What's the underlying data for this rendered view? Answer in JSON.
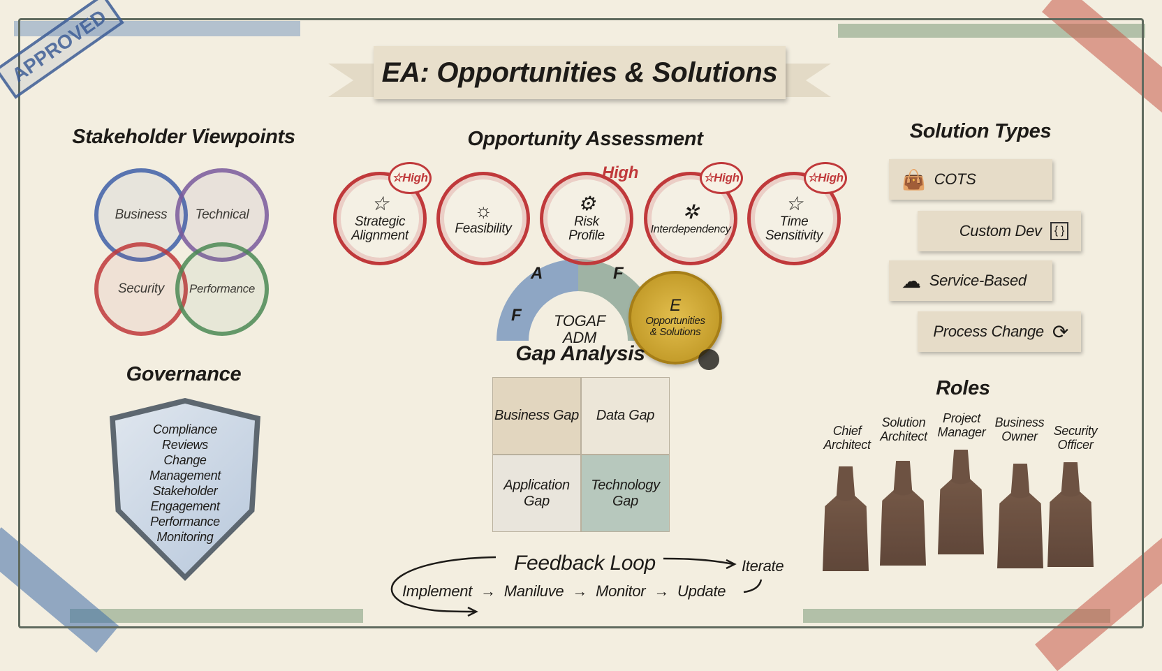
{
  "title": "EA: Opportunities & Solutions",
  "stamp": "APPROVED",
  "stakeholder": {
    "title": "Stakeholder Viewpoints",
    "items": [
      "Business",
      "Technical",
      "Security",
      "Performance"
    ],
    "colors": [
      "#3f5fa8",
      "#7a5a9c",
      "#c0393b",
      "#4c8a55"
    ]
  },
  "governance": {
    "title": "Governance",
    "lines": [
      "Compliance",
      "Reviews",
      "Change",
      "Management",
      "Stakeholder",
      "Engagement",
      "Performance",
      "Monitoring"
    ]
  },
  "assessment": {
    "title": "Opportunity Assessment",
    "items": [
      {
        "label": "Strategic Alignment",
        "icon": "star-icon",
        "badge": "☆High"
      },
      {
        "label": "Feasibility",
        "icon": "lightbulb-icon",
        "badge": ""
      },
      {
        "label": "Risk Profile",
        "icon": "gear-icon",
        "badge": "High"
      },
      {
        "label": "Interdependency",
        "icon": "puzzle-icon",
        "badge": "☆High"
      },
      {
        "label": "Time Sensitivity",
        "icon": "star-icon",
        "badge": "☆High"
      }
    ]
  },
  "adm": {
    "label1": "TOGAF",
    "label2": "ADM",
    "phases": [
      "A",
      "F",
      "F"
    ],
    "seal_letter": "E",
    "seal_text": "Opportunities & Solutions"
  },
  "gap": {
    "title": "Gap Analysis",
    "pieces": [
      "Business Gap",
      "Data Gap",
      "Application Gap",
      "Technology Gap"
    ]
  },
  "feedback": {
    "title": "Feedback Loop",
    "steps": [
      "Implement",
      "Maniluve",
      "Monitor",
      "Update",
      "Iterate"
    ]
  },
  "solutions": {
    "title": "Solution Types",
    "items": [
      {
        "label": "COTS",
        "icon": "shopping-bag-icon"
      },
      {
        "label": "Custom Dev",
        "icon": "code-window-icon"
      },
      {
        "label": "Service-Based",
        "icon": "cloud-icon"
      },
      {
        "label": "Process Change",
        "icon": "cycle-arrows-icon"
      }
    ]
  },
  "roles": {
    "title": "Roles",
    "items": [
      "Chief Architect",
      "Solution Architect",
      "Project Manager",
      "Business Owner",
      "Security Officer"
    ]
  }
}
